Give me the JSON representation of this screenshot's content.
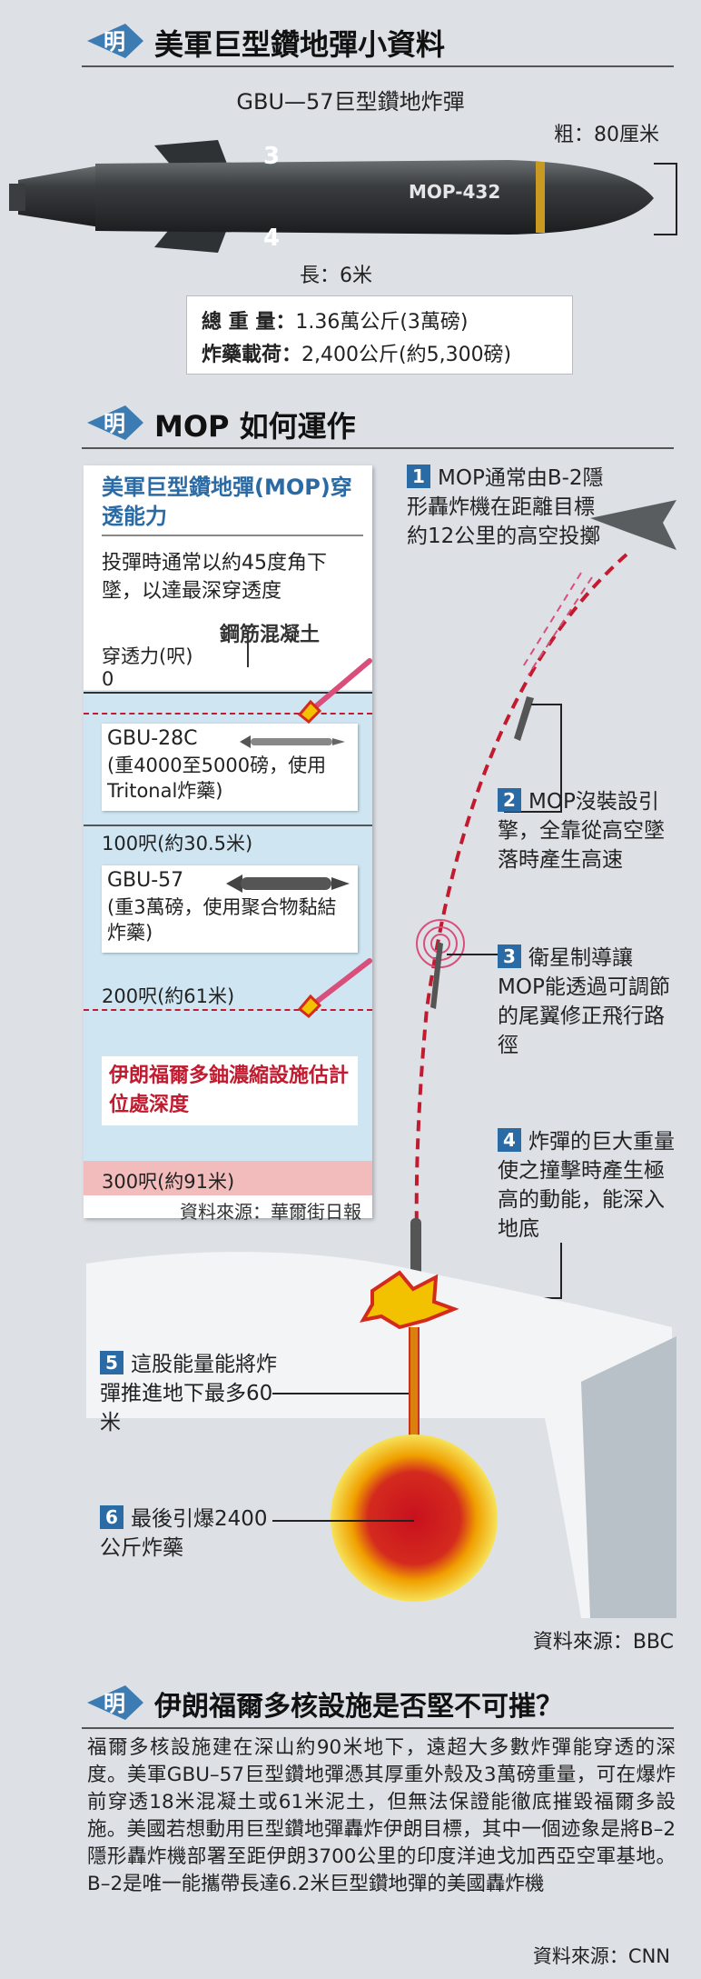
{
  "section1": {
    "badge": "明",
    "title": "美軍巨型鑽地彈小資料",
    "bomb_name": "GBU—57巨型鑽地炸彈",
    "diameter": "粗：80厘米",
    "length": "長：6米",
    "fin_3": "3",
    "fin_4": "4",
    "bomb_label": "MOP-432",
    "weight_label": "總 重 量：",
    "weight_value": "1.36萬公斤(3萬磅)",
    "payload_label": "炸藥載荷：",
    "payload_value": "2,400公斤(約5,300磅)"
  },
  "section2": {
    "badge": "明",
    "title": "MOP 如何運作",
    "panel": {
      "title": "美軍巨型鑽地彈(MOP)穿透能力",
      "intro": "投彈時通常以約45度角下墜，以達最深穿透度",
      "depth_label": "穿透力(呎)",
      "depth_0": "0",
      "concrete": "鋼筋混凝土",
      "gbu28_name": "GBU-28C",
      "gbu28_desc": "(重4000至5000磅，使用Tritonal炸藥)",
      "depth_100": "100呎(約30.5米)",
      "gbu57_name": "GBU-57",
      "gbu57_desc": "(重3萬磅，使用聚合物黏結炸藥)",
      "depth_200": "200呎(約61米)",
      "iran_note": "伊朗福爾多鈾濃縮設施估計位處深度",
      "depth_300": "300呎(約91米)",
      "source": "資料來源：華爾街日報"
    },
    "steps": [
      {
        "num": "1",
        "text": "MOP通常由B-2隱形轟炸機在距離目標約12公里的高空投擲"
      },
      {
        "num": "2",
        "text": "MOP沒裝設引擎，全靠從高空墜落時產生高速"
      },
      {
        "num": "3",
        "text": "衛星制導讓MOP能透過可調節的尾翼修正飛行路徑"
      },
      {
        "num": "4",
        "text": "炸彈的巨大重量使之撞擊時產生極高的動能，能深入地底"
      },
      {
        "num": "5",
        "text": "這股能量能將炸彈推進地下最多60米"
      },
      {
        "num": "6",
        "text": "最後引爆2400公斤炸藥"
      }
    ],
    "source": "資料來源：BBC"
  },
  "section3": {
    "badge": "明",
    "title": "伊朗福爾多核設施是否堅不可摧？",
    "body": "福爾多核設施建在深山約90米地下，遠超大多數炸彈能穿透的深度。美軍GBU–57巨型鑽地彈憑其厚重外殼及3萬磅重量，可在爆炸前穿透18米混凝土或61米泥土，但無法保證能徹底摧毀福爾多設施。美國若想動用巨型鑽地彈轟炸伊朗目標，其中一個迹象是將B–2隱形轟炸機部署至距伊朗3700公里的印度洋迪戈加西亞空軍基地。B–2是唯一能攜帶長達6.2米巨型鑽地彈的美國轟炸機",
    "source": "資料來源：CNN"
  },
  "colors": {
    "accent_blue": "#2a6aa5",
    "accent_red": "#c21a2e",
    "panel_blue": "#cfe6f2",
    "panel_pink": "#f3bcbc"
  }
}
